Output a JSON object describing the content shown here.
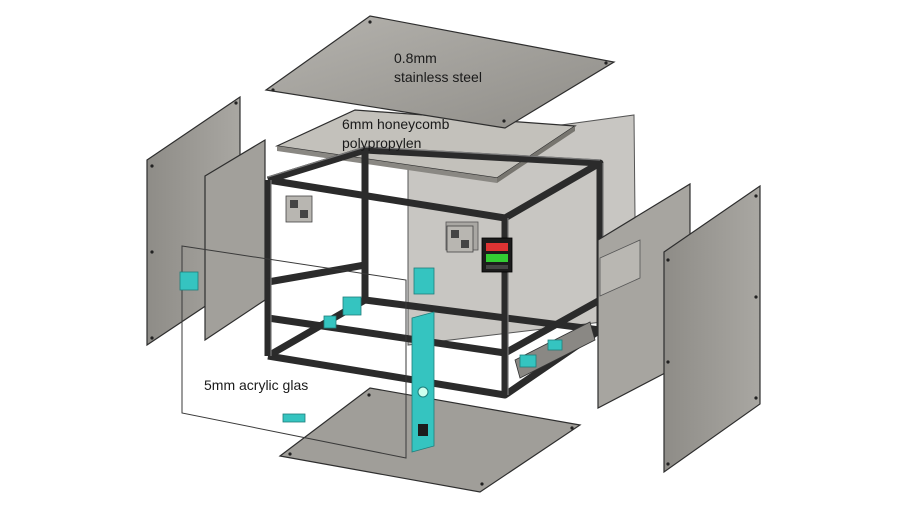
{
  "diagram": {
    "labels": {
      "top_plate": [
        "0.8mm",
        "stainless steel"
      ],
      "bed": [
        "6mm honeycomb",
        "polypropylen"
      ],
      "front_panel": [
        "5mm acrylic glas"
      ]
    },
    "colors": {
      "panel_fill": "#9c9a95",
      "panel_edge": "#2e2e2e",
      "frame": "#2b2b2b",
      "accent": "#35c4c0",
      "back_panel": "#c8c6c2"
    }
  }
}
